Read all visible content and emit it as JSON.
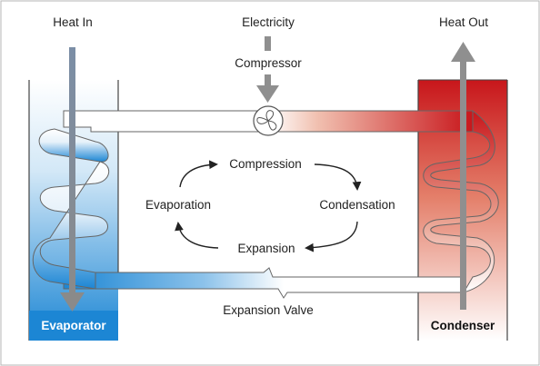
{
  "labels": {
    "heat_in": "Heat In",
    "electricity": "Electricity",
    "heat_out": "Heat Out",
    "compressor": "Compressor",
    "evaporator": "Evaporator",
    "condenser": "Condenser",
    "expansion_valve": "Expansion Valve"
  },
  "cycle": {
    "compression": "Compression",
    "condensation": "Condensation",
    "expansion": "Expansion",
    "evaporation": "Evaporation"
  },
  "colors": {
    "cold": "#1c86d4",
    "hot": "#c8161b",
    "arrow_gray": "#8f8f8f",
    "outline": "#555555"
  }
}
